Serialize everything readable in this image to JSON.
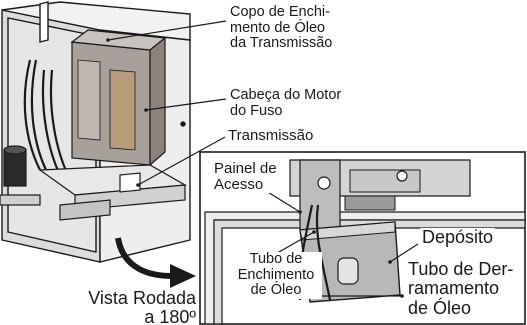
{
  "labels": {
    "oil_fill_cup": [
      "Copo de Enchi-",
      "mento de Óleo",
      "da Transmissão"
    ],
    "spindle_head": [
      "Cabeça do Motor",
      "do Fuso"
    ],
    "transmission": [
      "Transmissão"
    ],
    "access_panel": [
      "Painel de",
      "Acesso"
    ],
    "reservoir": [
      "Depósito"
    ],
    "fill_tube": [
      "Tubo de",
      "Enchimento",
      "de Óleo"
    ],
    "drain_tube": [
      "Tubo de Der-",
      "ramamento",
      "de Óleo"
    ],
    "rotated_view": [
      "Vista Rodada",
      "a 180º"
    ]
  },
  "colors": {
    "outline": "#1a1a1a",
    "cabinet_fill": "#eeeeee",
    "gearbox_fill": "#a8a09a",
    "reservoir_fill": "#b8b8b8",
    "arrow_fill": "#1a1a1a"
  }
}
